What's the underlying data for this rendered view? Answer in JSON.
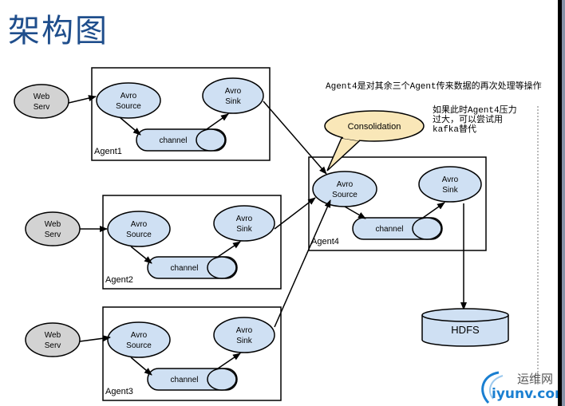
{
  "title": "架构图",
  "notes": {
    "agent4_desc": "Agent4是对其余三个Agent传来数据的再次处理等操作",
    "kafka_hint_lines": [
      "如果此时Agent4压力",
      "过大，可以尝试用",
      "kafka替代"
    ]
  },
  "callout": {
    "label": "Consolidation"
  },
  "colors": {
    "node_fill": "#cfe0f3",
    "web_fill": "#d3d3d3",
    "callout_fill": "#f9e7b8",
    "title": "#1f4e8c"
  },
  "agents": [
    {
      "name": "Agent1",
      "web": [
        "Web",
        "Serv"
      ],
      "source": [
        "Avro",
        "Source"
      ],
      "sink": [
        "Avro",
        "Sink"
      ],
      "channel": "channel"
    },
    {
      "name": "Agent2",
      "web": [
        "Web",
        "Serv"
      ],
      "source": [
        "Avro",
        "Source"
      ],
      "sink": [
        "Avro",
        "Sink"
      ],
      "channel": "channel"
    },
    {
      "name": "Agent3",
      "web": [
        "Web",
        "Serv"
      ],
      "source": [
        "Avro",
        "Source"
      ],
      "sink": [
        "Avro",
        "Sink"
      ],
      "channel": "channel"
    }
  ],
  "agent4": {
    "name": "Agent4",
    "source": [
      "Avro",
      "Source"
    ],
    "sink": [
      "Avro",
      "Sink"
    ],
    "channel": "channel"
  },
  "hdfs": {
    "label": "HDFS"
  },
  "watermark": {
    "cn": "运维网",
    "en": "iyunv.com"
  }
}
